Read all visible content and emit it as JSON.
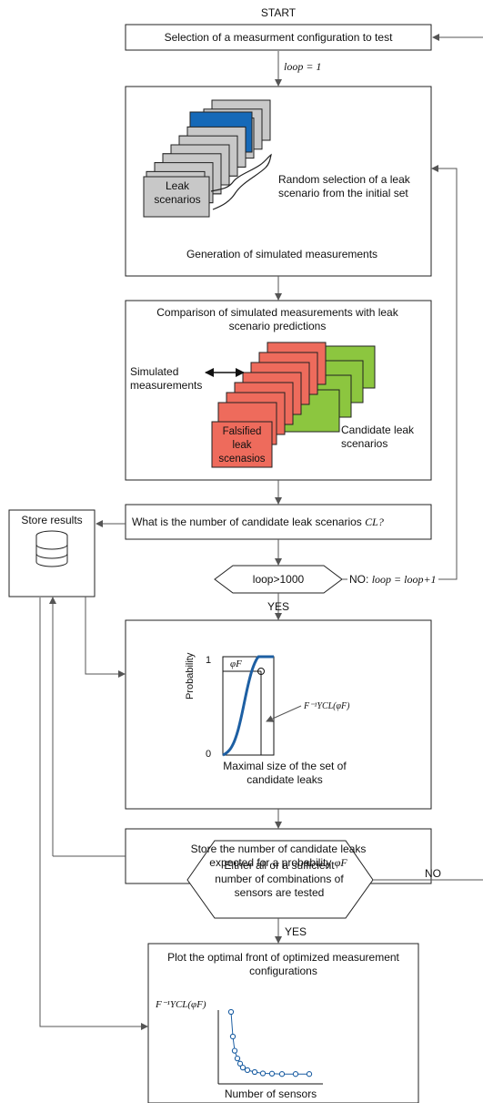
{
  "start": "START",
  "steps": {
    "select_config": "Selection of a measurment configuration to test",
    "loop_init": "loop = 1",
    "random_selection": "Random selection of a leak scenario from the initial set",
    "leak_scenarios": "Leak scenarios",
    "generation": "Generation of simulated measurements",
    "comparison": "Comparison of simulated measurements with leak scenario predictions",
    "simulated": "Simulated measurements",
    "falsified": "Falsified leak scenasios",
    "candidate": "Candidate leak scenarios",
    "question": "What is the number of candidate leak scenarios",
    "question_var": "CL?",
    "store_results": "Store results",
    "loop_cond": "loop>1000",
    "no_label": "NO:",
    "loop_inc": "loop = loop+1",
    "yes1": "YES",
    "max_size": "Maximal size of the set of candidate leaks",
    "store_number": "Store the number of candidate leaks expected for a probability",
    "phi": "φF",
    "either": "Either all or a sufficient number of combinations of sensors are tested",
    "no2": "NO",
    "yes2": "YES",
    "plot_title": "Plot the optimal front of optimized measurement configurations",
    "number_of_sensors": "Number of sensors"
  },
  "cdf_plot": {
    "ylabel": "Probability",
    "y_top": "1",
    "y_bottom": "0",
    "phi_label": "φF",
    "inv_label": "F⁻¹ΥCL(φF)"
  },
  "front_plot": {
    "ylabel": "F⁻¹ΥCL(φF)",
    "points": [
      1,
      0.62,
      0.4,
      0.28,
      0.2,
      0.14,
      0.1,
      0.07,
      0.05,
      0.045,
      0.04,
      0.04,
      0.04
    ]
  },
  "colors": {
    "blue": "#1569b8",
    "red": "#ee6b5c",
    "green": "#8cc63f",
    "gray": "#c8c8c8",
    "line": "#555555",
    "curve": "#1d5fa3"
  }
}
